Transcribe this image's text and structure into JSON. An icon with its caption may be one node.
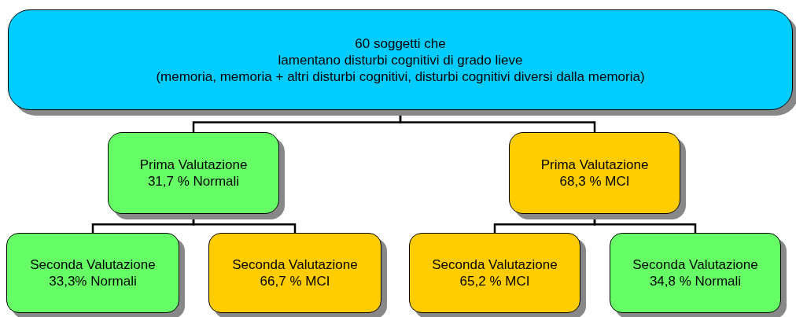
{
  "diagram": {
    "nodes": [
      {
        "text": [
          "60 soggetti che",
          "lamentano disturbi cognitivi di grado lieve",
          "(memoria, memoria + altri disturbi cognitivi, disturbi cognitivi diversi dalla memoria)"
        ]
      },
      {
        "text": [
          "Prima Valutazione",
          "31,7 % Normali"
        ]
      },
      {
        "text": [
          "Prima Valutazione",
          "68,3 % MCI"
        ]
      },
      {
        "text": [
          "Seconda Valutazione",
          "33,3% Normali"
        ]
      },
      {
        "text": [
          "Seconda Valutazione",
          "66,7 % MCI"
        ]
      },
      {
        "text": [
          "Seconda Valutazione",
          "65,2 % MCI"
        ]
      },
      {
        "text": [
          "Seconda Valutazione",
          "34,8 % Normali"
        ]
      }
    ],
    "edges": [
      {
        "from": 0,
        "to": 1,
        "arrow": "none"
      },
      {
        "from": 0,
        "to": 2,
        "arrow": "none"
      },
      {
        "from": 1,
        "to": 3,
        "arrow": "none"
      },
      {
        "from": 1,
        "to": 4,
        "arrow": "none"
      },
      {
        "from": 2,
        "to": 5,
        "arrow": "none"
      },
      {
        "from": 2,
        "to": 6,
        "arrow": "none"
      }
    ]
  }
}
